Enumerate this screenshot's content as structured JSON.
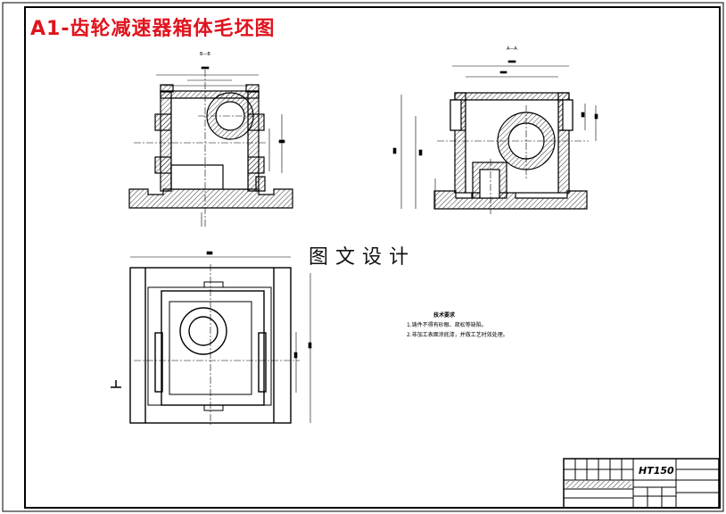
{
  "title": "A1-齿轮减速器箱体毛坯图",
  "watermark": "图文设计",
  "section_labels": {
    "left_view": "B—B",
    "right_view": "A—A"
  },
  "tech_notes": {
    "heading": "技术要求",
    "items": [
      "1.铸件不得有砂眼、疏松等缺陷。",
      "2.非加工表面涂底漆，并做工艺时效处理。"
    ]
  },
  "title_block": {
    "material": "HT150"
  },
  "colors": {
    "title": "#e0141e",
    "line": "#000000",
    "hatch": "#000000"
  }
}
